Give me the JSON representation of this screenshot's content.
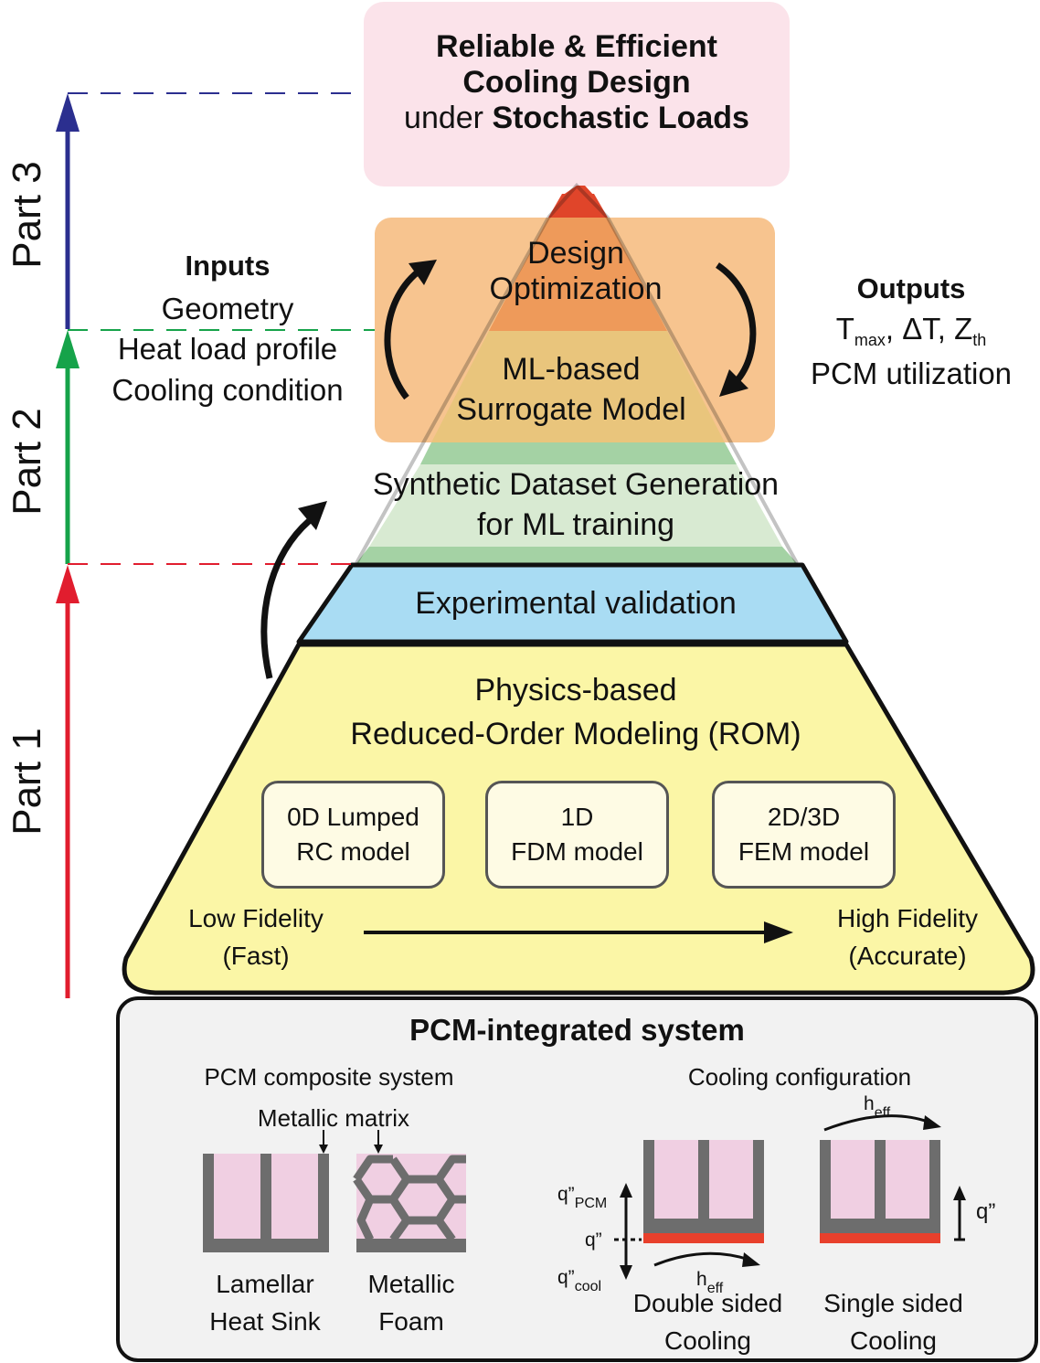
{
  "goal": {
    "line1": "Reliable & Efficient",
    "line2": "Cooling Design",
    "line3_prefix": "under ",
    "line3_bold": "Stochastic Loads"
  },
  "parts": {
    "part1": "Part 1",
    "part2": "Part 2",
    "part3": "Part 3"
  },
  "inputs": {
    "title": "Inputs",
    "items": [
      "Geometry",
      "Heat load profile",
      "Cooling condition"
    ]
  },
  "outputs": {
    "title": "Outputs",
    "t_max": "T",
    "t_max_sub": "max",
    "delta_t": ", ΔT, Z",
    "z_sub": "th",
    "pcm_util": "PCM utilization"
  },
  "pyramid": {
    "design_opt": [
      "Design",
      "Optimization"
    ],
    "surrogate": [
      "ML-based",
      "Surrogate Model"
    ],
    "synthetic": [
      "Synthetic Dataset Generation",
      "for ML training"
    ],
    "validation": "Experimental validation",
    "rom": [
      "Physics-based",
      "Reduced-Order Modeling (ROM)"
    ]
  },
  "models": [
    {
      "line1": "0D Lumped",
      "line2": "RC model"
    },
    {
      "line1": "1D",
      "line2": "FDM model"
    },
    {
      "line1": "2D/3D",
      "line2": "FEM model"
    }
  ],
  "fidelity": {
    "low": [
      "Low Fidelity",
      "(Fast)"
    ],
    "high": [
      "High Fidelity",
      "(Accurate)"
    ]
  },
  "pcm_system": {
    "title": "PCM-integrated system",
    "composite_title": "PCM composite system",
    "matrix_label": "Metallic matrix",
    "lamellar": [
      "Lamellar",
      "Heat Sink"
    ],
    "foam": [
      "Metallic",
      "Foam"
    ],
    "cooling_title": "Cooling configuration",
    "double": [
      "Double sided",
      "Cooling"
    ],
    "single": [
      "Single sided",
      "Cooling"
    ],
    "q_pcm": "q”",
    "q_pcm_sub": "PCM",
    "q": "q”",
    "q_cool": "q”",
    "q_cool_sub": "cool",
    "h": "h",
    "h_sub": "eff",
    "q_single": "q”"
  },
  "colors": {
    "part1_arrow": "#e11d2e",
    "part2_arrow": "#16a34a",
    "part3_arrow": "#2b2f8f",
    "goal_box": "#fbe3ea",
    "opt_box": "#f7c48f",
    "design_layer": "#ee9a5a",
    "tip": "#e0452a",
    "surrogate_layer": "#e9c57c",
    "synthetic_layer": "#d8ead2",
    "synthetic_band": "#a4d2a4",
    "validation_layer": "#a9dcf3",
    "rom_layer": "#fbf6a6",
    "pcm_fill": "#f0cfe2",
    "metal": "#6d6d6d",
    "heater": "#e8402c",
    "bottom_panel": "#f2f2f2"
  }
}
